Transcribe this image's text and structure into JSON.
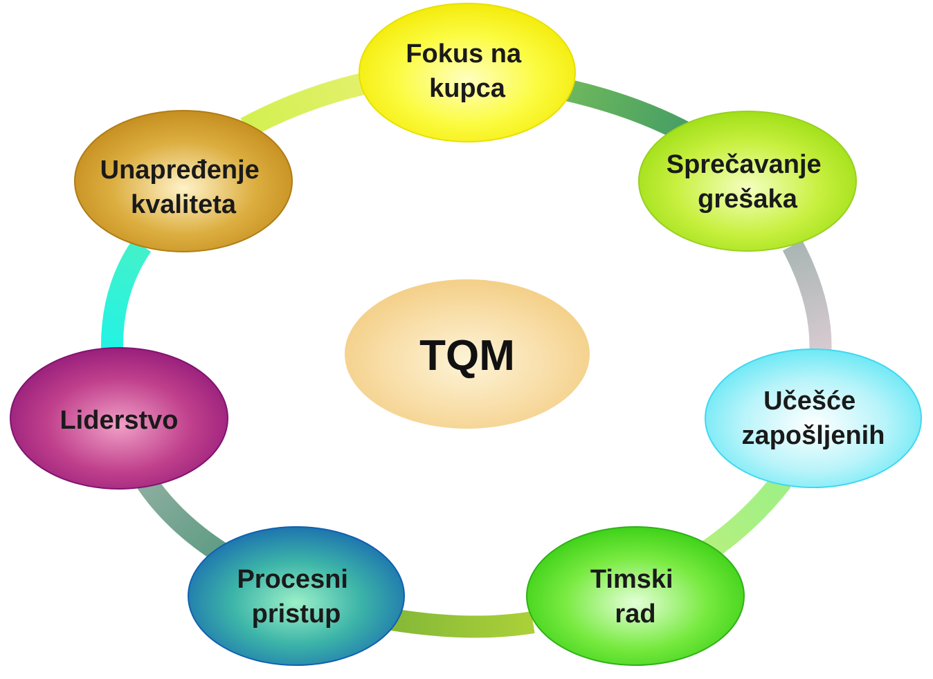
{
  "diagram": {
    "center": {
      "label": "TQM"
    },
    "nodes": [
      {
        "id": "fokus-na-kupca",
        "lines": [
          "Fokus na",
          "kupca"
        ]
      },
      {
        "id": "sprecavanje-gresaka",
        "lines": [
          "Sprečavanje",
          "grešaka"
        ]
      },
      {
        "id": "ucesce-zaposljenih",
        "lines": [
          "Učešće",
          "zapošljenih"
        ]
      },
      {
        "id": "timski-rad",
        "lines": [
          "Timski",
          "rad"
        ]
      },
      {
        "id": "procesni-pristup",
        "lines": [
          "Procesni",
          "pristup"
        ]
      },
      {
        "id": "liderstvo",
        "lines": [
          "Liderstvo"
        ]
      },
      {
        "id": "unapredjenje-kvaliteta",
        "lines": [
          "Unapređenje",
          "kvaliteta"
        ]
      }
    ]
  }
}
